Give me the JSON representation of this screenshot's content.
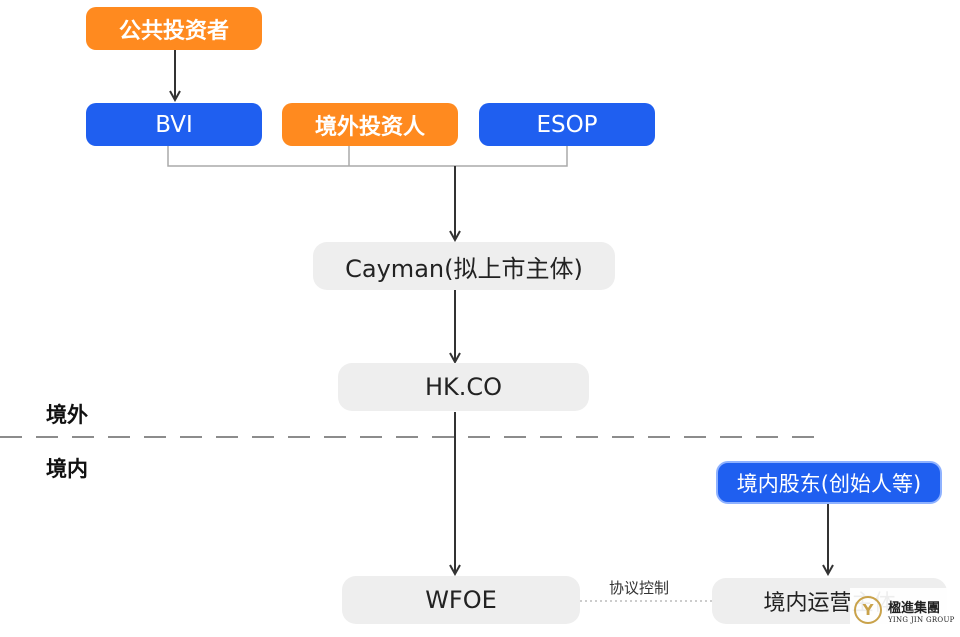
{
  "nodes": {
    "public_investors": "公共投资者",
    "bvi": "BVI",
    "overseas_investors": "境外投资人",
    "esop": "ESOP",
    "cayman": "Cayman(拟上市主体)",
    "hkco": "HK.CO",
    "wfoe": "WFOE",
    "domestic_shareholders": "境内股东(创始人等)",
    "domestic_operating": "境内运营主体"
  },
  "regions": {
    "overseas": "境外",
    "domestic": "境内"
  },
  "edges": {
    "agreement_control": "协议控制"
  },
  "logo": {
    "cn": "楹進集團",
    "en": "YING JIN GROUP",
    "mark": "Y"
  },
  "colors": {
    "blue": "#1f5ff0",
    "orange": "#ff8a1f",
    "grey_box": "#eeeeee",
    "line": "#333333"
  }
}
